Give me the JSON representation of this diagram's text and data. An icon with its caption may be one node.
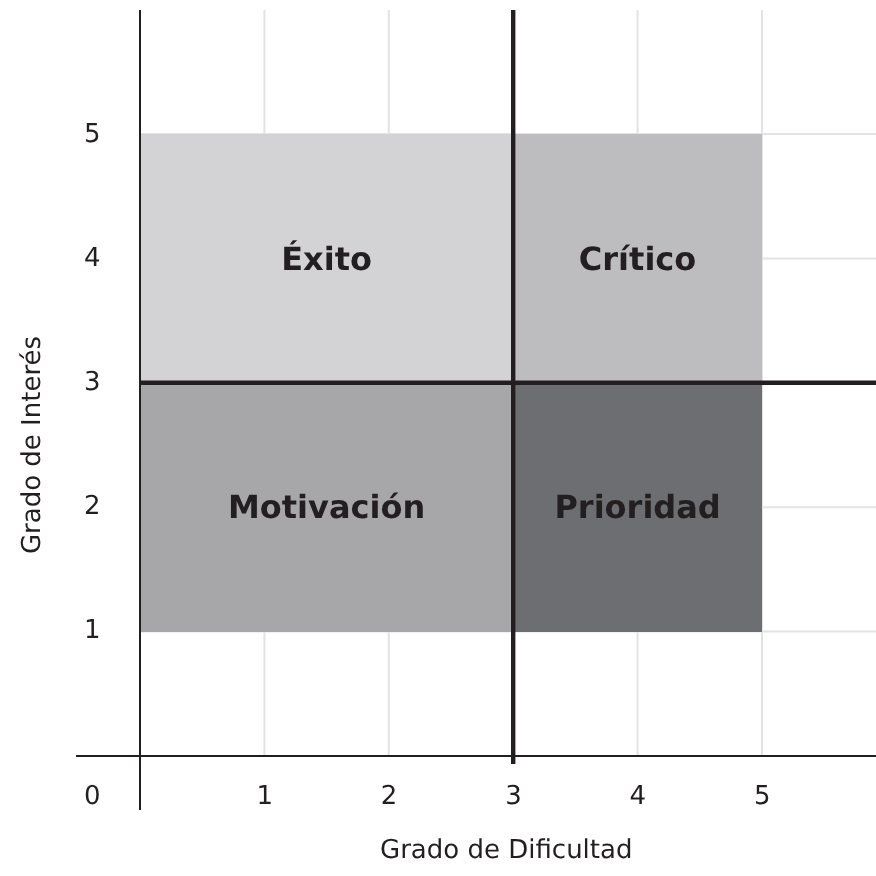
{
  "diagram": {
    "nodes": [
      {
        "text": [
          "Éxito"
        ]
      },
      {
        "text": [
          "Crítico"
        ]
      },
      {
        "text": [
          "Motivación"
        ]
      },
      {
        "text": [
          "Prioridad"
        ]
      }
    ],
    "labels": [
      "5",
      "4",
      "3",
      "2",
      "1",
      "Grado de Interés",
      "0",
      "1",
      "2",
      "3",
      "4",
      "5",
      "Grado de Dificultad"
    ]
  }
}
